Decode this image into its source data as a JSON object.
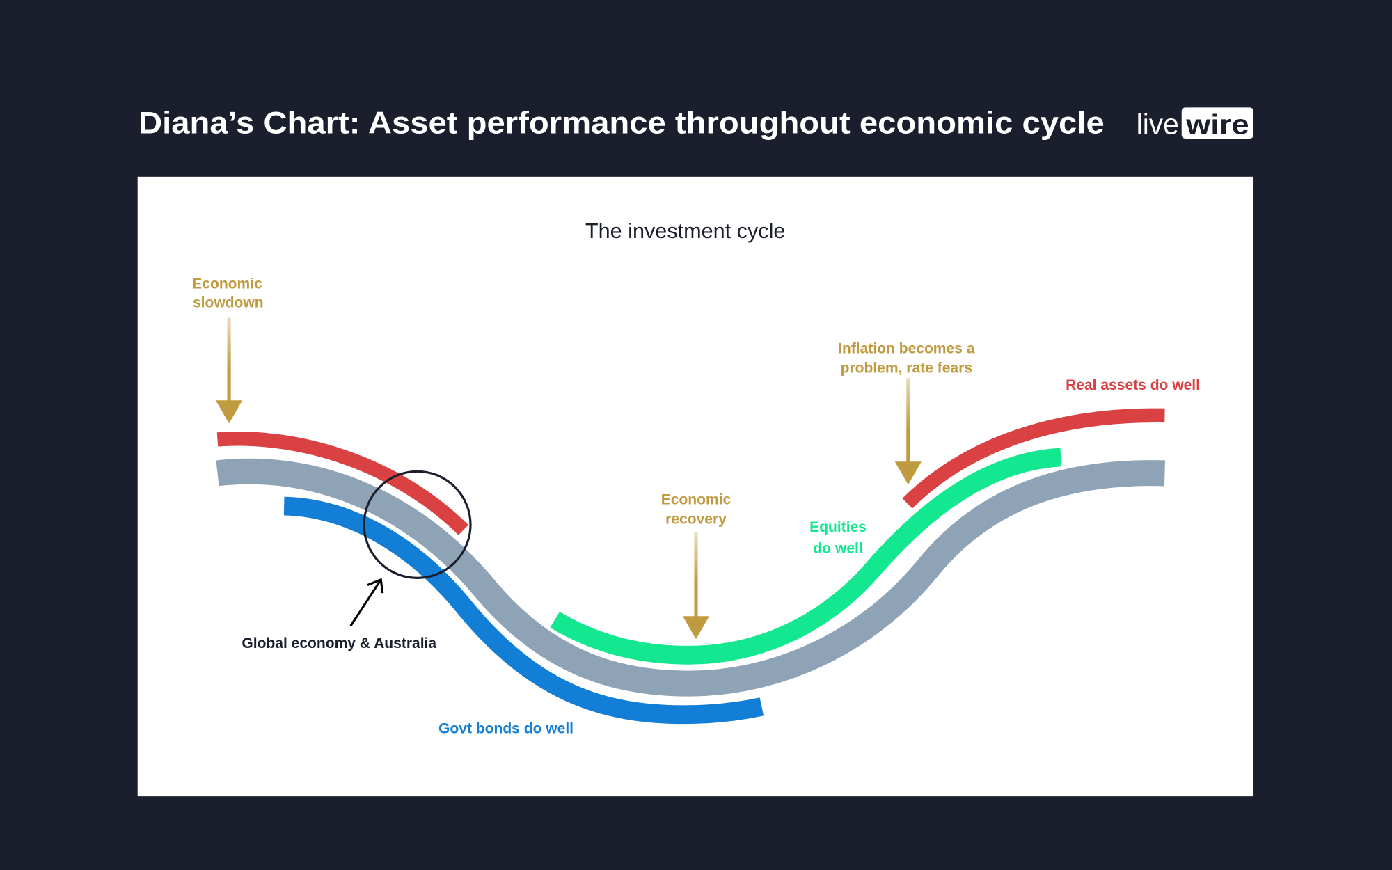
{
  "header": {
    "title": "Diana’s Chart: Asset performance throughout economic cycle",
    "logo_light": "live",
    "logo_bold": "wire"
  },
  "diagram": {
    "subtitle": "The investment cycle",
    "annotations": {
      "slowdown": [
        "Economic",
        "slowdown"
      ],
      "recovery": [
        "Economic",
        "recovery"
      ],
      "inflation": [
        "Inflation becomes a",
        "problem, rate fears"
      ],
      "equities": [
        "Equities",
        "do well"
      ],
      "real_assets": "Real assets do well",
      "govt_bonds": "Govt bonds do well",
      "global_economy": "Global economy & Australia"
    },
    "colors": {
      "background": "#1b1f2d",
      "economy": "#8ea3b5",
      "real_assets": "#da4143",
      "govt_bonds": "#127ed6",
      "equities": "#13e78f",
      "annotation": "#c09a3f",
      "ink": "#1b1f2d"
    }
  }
}
